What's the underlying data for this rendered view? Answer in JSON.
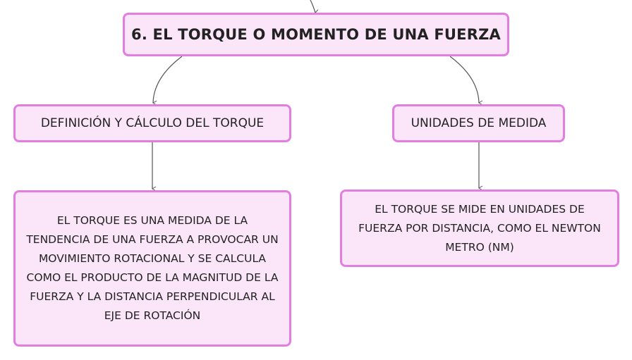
{
  "main_topic": {
    "label": "6. EL TORQUE O MOMENTO DE UNA FUERZA"
  },
  "branches": [
    {
      "label": "DEFINICIÓN Y CÁLCULO DEL TORQUE",
      "detail": "EL TORQUE ES UNA MEDIDA DE LA TENDENCIA DE UNA FUERZA A PROVOCAR UN MOVIMIENTO ROTACIONAL Y SE CALCULA COMO EL PRODUCTO DE LA MAGNITUD DE LA FUERZA Y LA DISTANCIA PERPENDICULAR AL EJE DE ROTACIÓN"
    },
    {
      "label": "UNIDADES DE MEDIDA",
      "detail": "EL TORQUE SE MIDE EN UNIDADES DE FUERZA POR DISTANCIA, COMO EL NEWTON METRO (NM)"
    }
  ],
  "colors": {
    "node_fill": "#fbe6f9",
    "node_border": "#e27ee0",
    "connector": "#555555",
    "text": "#222222"
  }
}
